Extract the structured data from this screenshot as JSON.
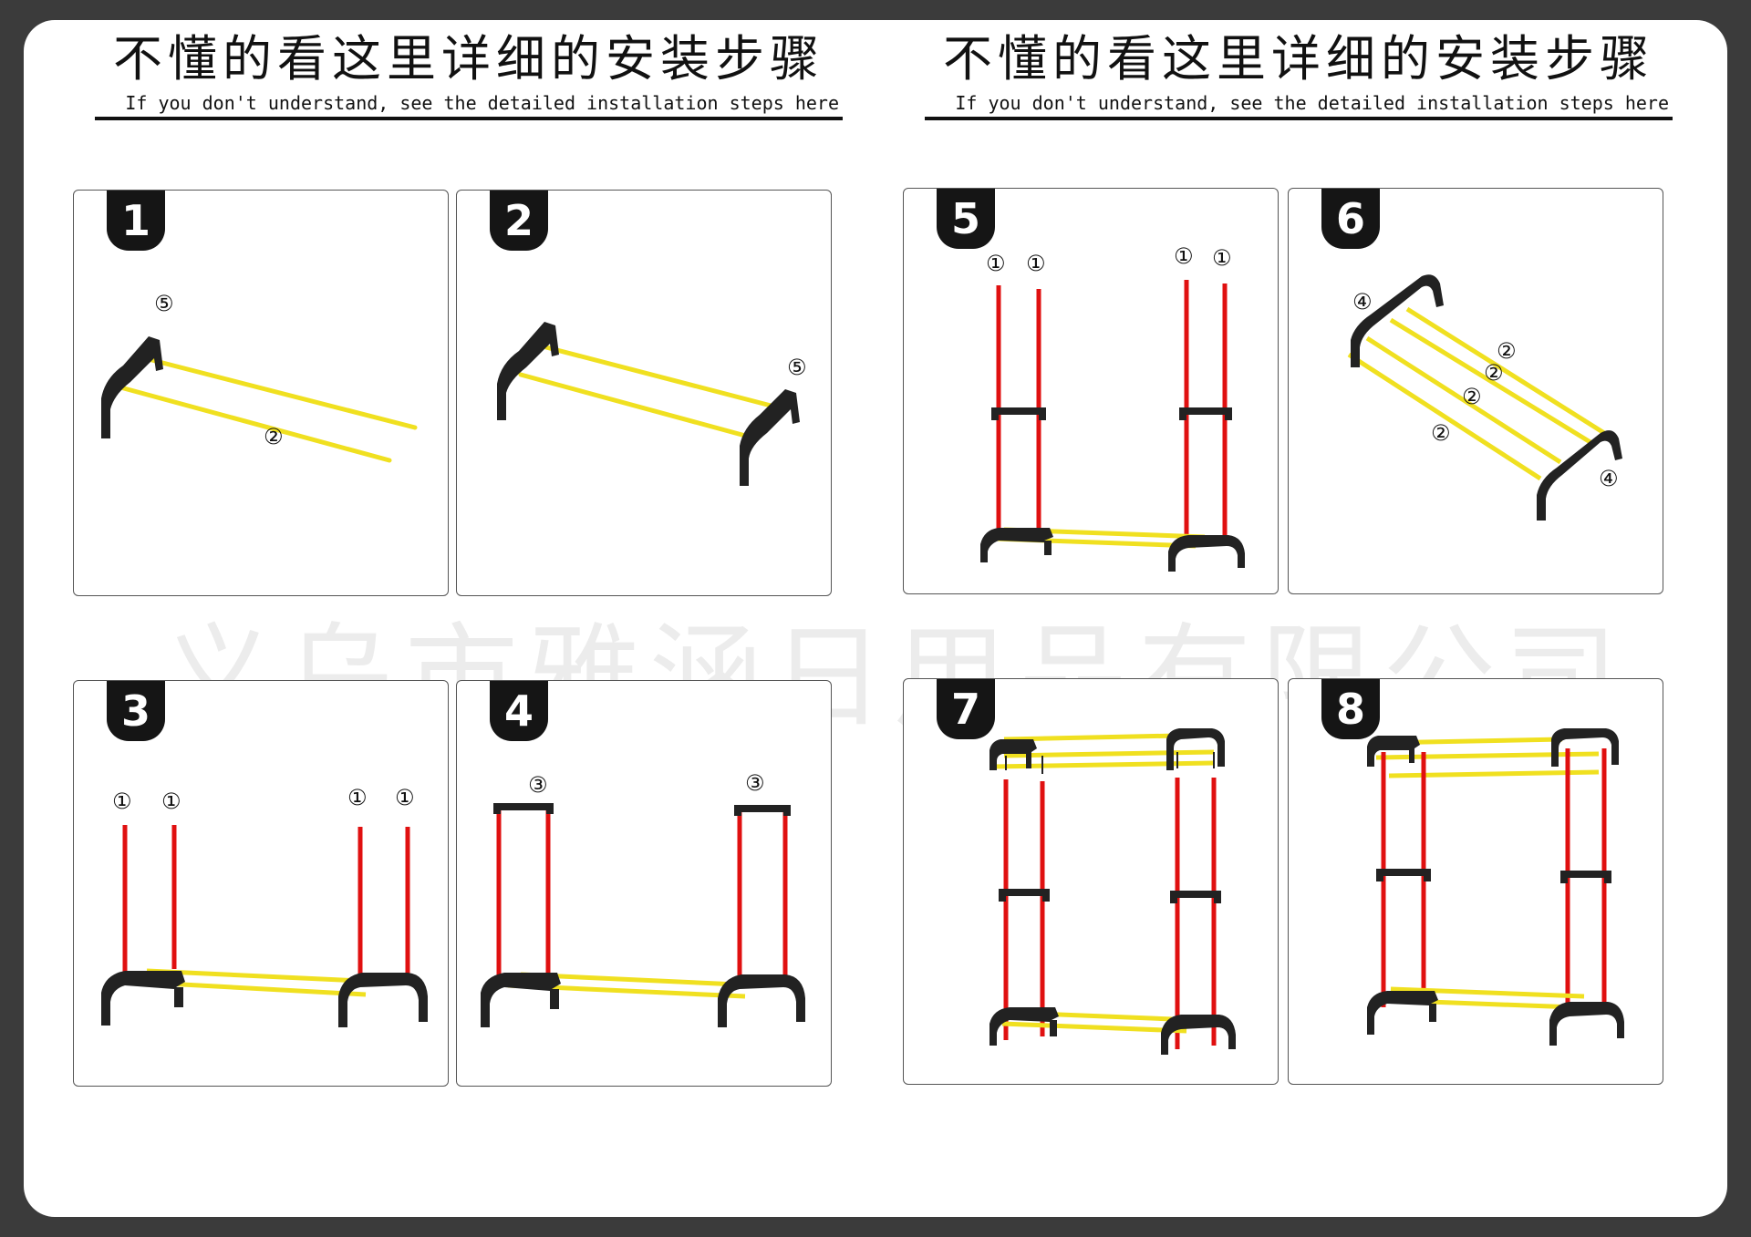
{
  "headers": [
    {
      "zh": "不懂的看这里详细的安装步骤",
      "en": "If you don't understand, see the detailed installation steps here"
    },
    {
      "zh": "不懂的看这里详细的安装步骤",
      "en": "If you don't understand, see the detailed installation steps here"
    }
  ],
  "watermark": "义乌市雅涵日用品有限公司",
  "steps": [
    {
      "number": "1",
      "labels": [
        "⑤",
        "②"
      ]
    },
    {
      "number": "2",
      "labels": [
        "⑤"
      ]
    },
    {
      "number": "3",
      "labels": [
        "①",
        "①",
        "①",
        "①"
      ]
    },
    {
      "number": "4",
      "labels": [
        "③",
        "③"
      ]
    },
    {
      "number": "5",
      "labels": [
        "①",
        "①",
        "①",
        "①"
      ]
    },
    {
      "number": "6",
      "labels": [
        "④",
        "②",
        "②",
        "②",
        "②",
        "④"
      ]
    },
    {
      "number": "7",
      "labels": []
    },
    {
      "number": "8",
      "labels": []
    }
  ],
  "colors": {
    "tube_red": "#e01010",
    "tube_yellow": "#f0e020",
    "frame_black": "#222222"
  }
}
